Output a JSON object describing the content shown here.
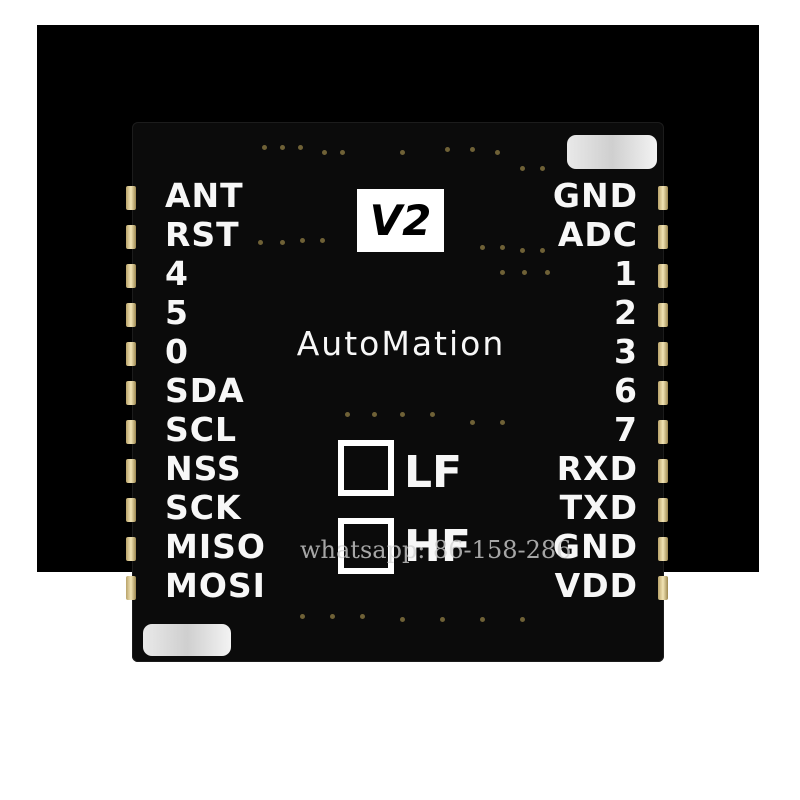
{
  "module": {
    "version_tag": "V2",
    "brand": "AutoMation",
    "left_pins": [
      "ANT",
      "RST",
      "4",
      "5",
      "0",
      "SDA",
      "SCL",
      "NSS",
      "SCK",
      "MISO",
      "MOSI"
    ],
    "right_pins": [
      "GND",
      "ADC",
      "1",
      "2",
      "3",
      "6",
      "7",
      "RXD",
      "TXD",
      "GND",
      "VDD"
    ],
    "options": [
      {
        "label": "LF"
      },
      {
        "label": "HF"
      }
    ]
  },
  "watermark": "whatsapp: 86-158-286",
  "colors": {
    "background": "#000000",
    "board": "#0b0b0b",
    "silkscreen": "#f7f7f7",
    "castellation_gold": "#f2e4b5"
  }
}
